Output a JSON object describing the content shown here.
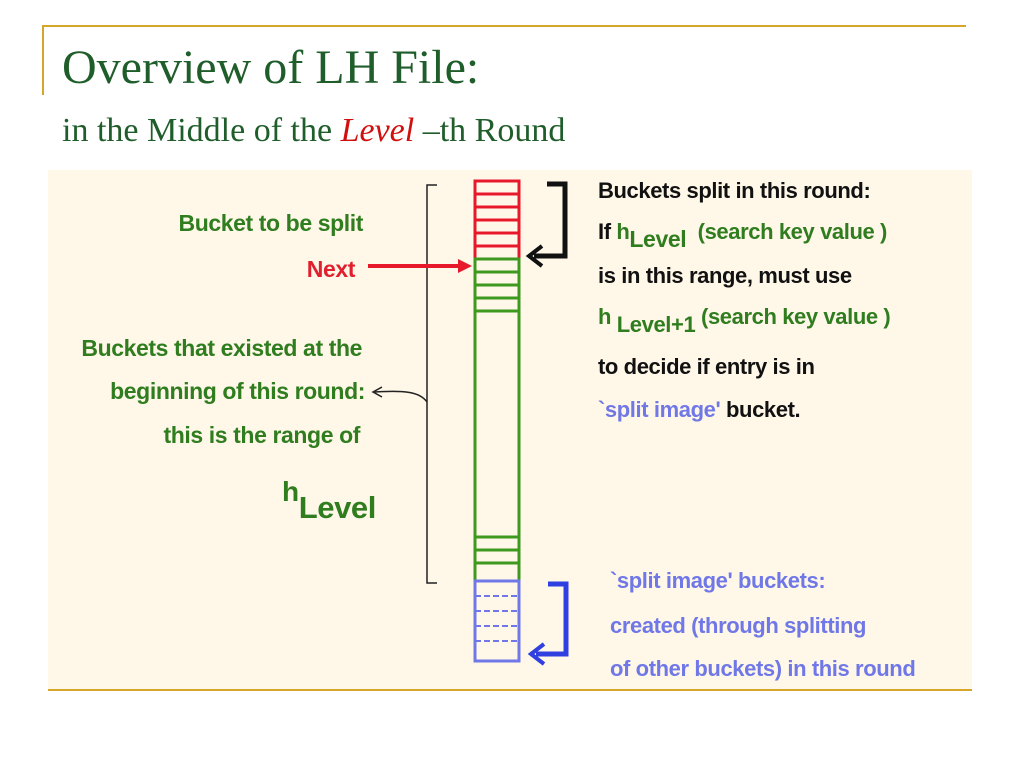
{
  "title": "Overview of LH File:",
  "subtitle": {
    "prefix": "in the Middle of the",
    "level": "Level",
    "suffix": "–th Round"
  },
  "left": {
    "bucket_to_be_split": "Bucket to be split",
    "next": "Next",
    "existed_line1": "Buckets that existed at the",
    "existed_line2": "beginning of this round:",
    "existed_line3": "this is the range of",
    "h": "h",
    "level_sub": "Level"
  },
  "right_top": {
    "line1": "Buckets split in this round:",
    "line2_if": "If",
    "line2_h": "h",
    "line2_sub": "Level",
    "line2_search": "(search key value )",
    "line3": "is in this range, must use",
    "line4_h": "h",
    "line4_sub": "Level+1",
    "line4_search": "(search key value )",
    "line5": "to decide if entry is in",
    "line6_blue": "`split image'",
    "line6_black": "bucket."
  },
  "right_bottom": {
    "line1": "`split image' buckets:",
    "line2": "created (through splitting",
    "line3": "of other buckets) in this round"
  },
  "colors": {
    "green": "#2f7d1f",
    "red": "#e0202e",
    "blue": "#6f78e6",
    "gold_rule": "#d6a62a",
    "panel": "#fff7e8"
  }
}
